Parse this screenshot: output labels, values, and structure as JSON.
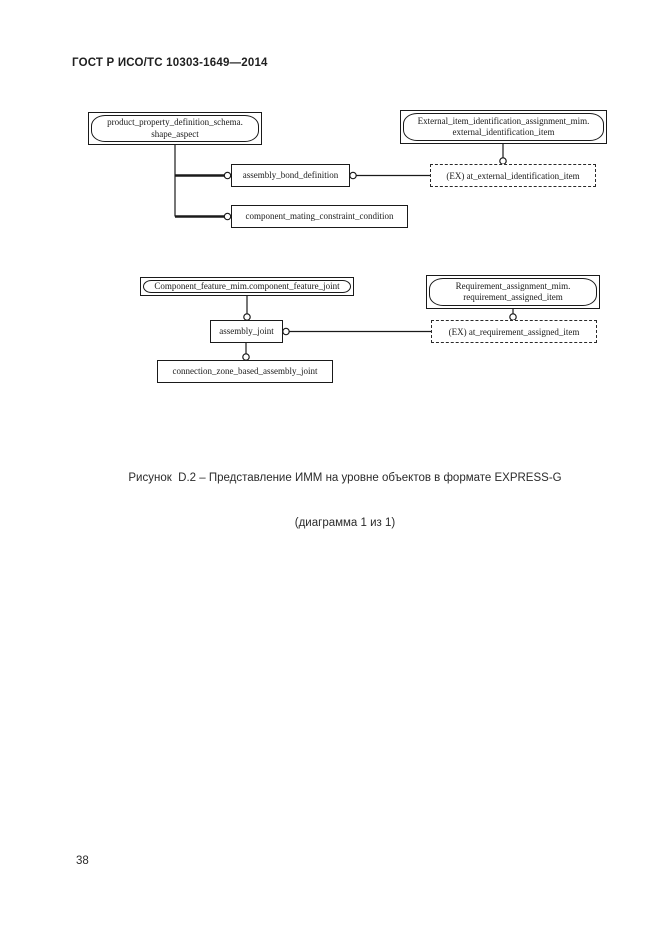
{
  "header": {
    "title": "ГОСТ Р ИСО/ТС 10303-1649—2014"
  },
  "page_number": "38",
  "diagram": {
    "boxes": {
      "product_property": {
        "line1": "product_property_definition_schema.",
        "line2": "shape_aspect"
      },
      "external_item": {
        "line1": "External_item_identification_assignment_mim.",
        "line2": "external_identification_item"
      },
      "assembly_bond": {
        "label": "assembly_bond_definition"
      },
      "at_external": {
        "label": "(EX) at_external_identification_item"
      },
      "component_mating": {
        "label": "component_mating_constraint_condition"
      },
      "component_feature": {
        "label": "Component_feature_mim.component_feature_joint"
      },
      "requirement": {
        "line1": "Requirement_assignment_mim.",
        "line2": "requirement_assigned_item"
      },
      "assembly_joint": {
        "label": "assembly_joint"
      },
      "at_requirement": {
        "label": "(EX) at_requirement_assigned_item"
      },
      "connection_zone": {
        "label": "connection_zone_based_assembly_joint"
      }
    },
    "caption": {
      "line1": "Рисунок  D.2 – Представление ИММ на уровне объектов в формате EXPRESS-G",
      "line2": "(диаграмма 1 из 1)"
    },
    "colors": {
      "line": "#1a1a1a",
      "background": "#ffffff"
    }
  }
}
